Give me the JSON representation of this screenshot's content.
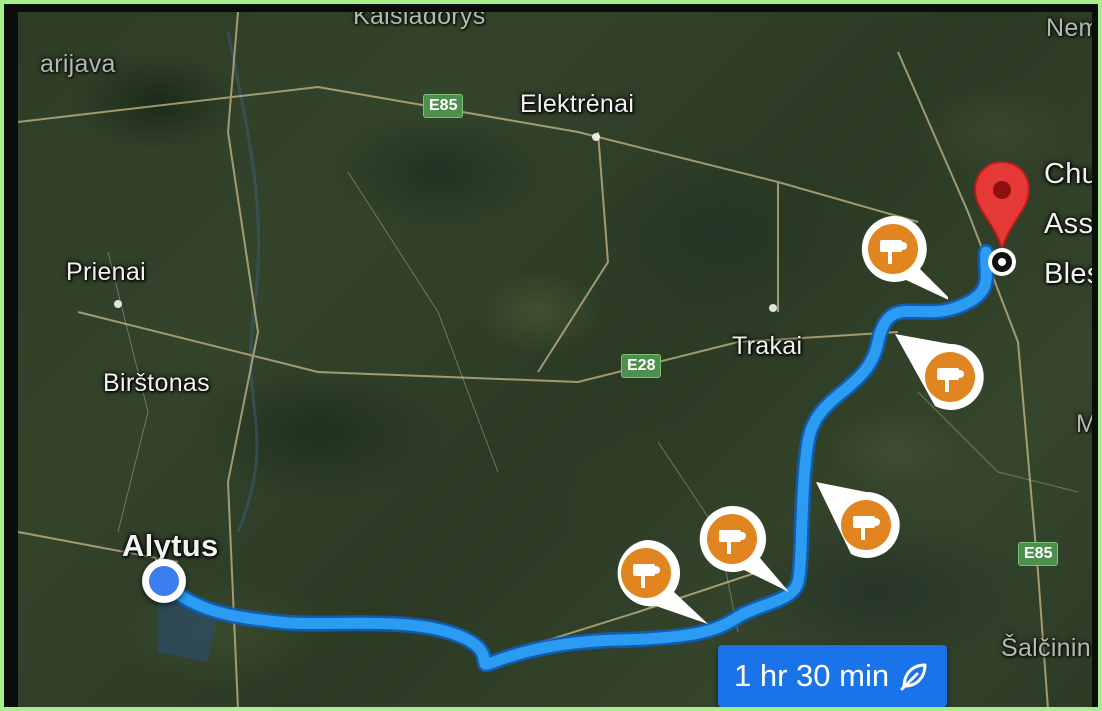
{
  "places": {
    "kaisiadorys": "Kaišiadorys",
    "marijampole": "arijava",
    "elektrenai": "Elektrėnai",
    "nemencine": "Nem",
    "prienai": "Prienai",
    "birstonas": "Birštonas",
    "trakai": "Trakai",
    "alytus": "Alytus",
    "salcininkai": "Šalčinin",
    "m_label": "M"
  },
  "roads": {
    "e85_north": "E85",
    "e28": "E28",
    "e85_south": "E85"
  },
  "destination": {
    "label_line1": "Chu",
    "label_line2": "Ass",
    "label_line3": "Bles"
  },
  "route": {
    "eta": "1 hr 30 min",
    "eta_icon": "leaf-icon",
    "color": "#1a73e8",
    "line_color": "#2b9cf2"
  },
  "markers": {
    "origin_color": "#3b7ef0",
    "pin_color": "#e53935",
    "camera_color": "#e0851f",
    "camera_icon": "speed-camera-icon"
  }
}
